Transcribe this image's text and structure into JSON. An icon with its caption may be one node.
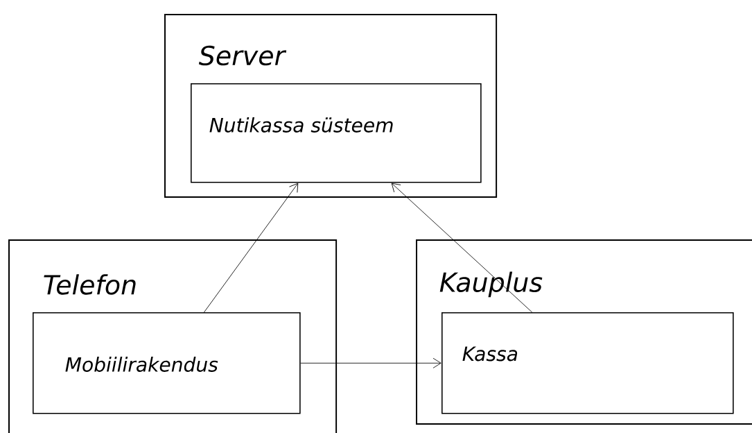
{
  "diagram": {
    "nodes": [
      {
        "text": [
          "Server"
        ]
      },
      {
        "text": [
          "Nutikassa süsteem"
        ],
        "in": 0
      },
      {
        "text": [
          "Telefon"
        ]
      },
      {
        "text": [
          "Mobiilirakendus"
        ],
        "in": 2
      },
      {
        "text": [
          "Kauplus"
        ]
      },
      {
        "text": [
          "Kassa"
        ],
        "in": 4
      }
    ],
    "edges": [
      {
        "from": 3,
        "to": 1,
        "arrow": "to"
      },
      {
        "from": 5,
        "to": 1,
        "arrow": "to"
      },
      {
        "from": 3,
        "to": 5,
        "arrow": "to"
      }
    ]
  }
}
